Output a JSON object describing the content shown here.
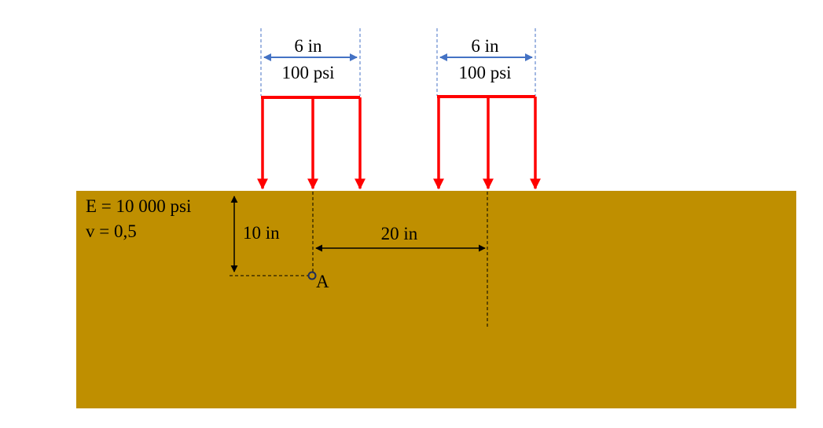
{
  "colors": {
    "soil": "#bf8f00",
    "load": "#ff0000",
    "width_arrow": "#4472c4",
    "dim": "#000000",
    "guide": "#4472c4"
  },
  "load_1": {
    "width": "6 in",
    "pressure": "100 psi"
  },
  "load_2": {
    "width": "6 in",
    "pressure": "100 psi"
  },
  "soil": {
    "modulus": "E = 10 000 psi",
    "poisson": "v = 0,5"
  },
  "dimensions": {
    "depth": "10 in",
    "offset": "20 in"
  },
  "point": {
    "label": "A"
  }
}
